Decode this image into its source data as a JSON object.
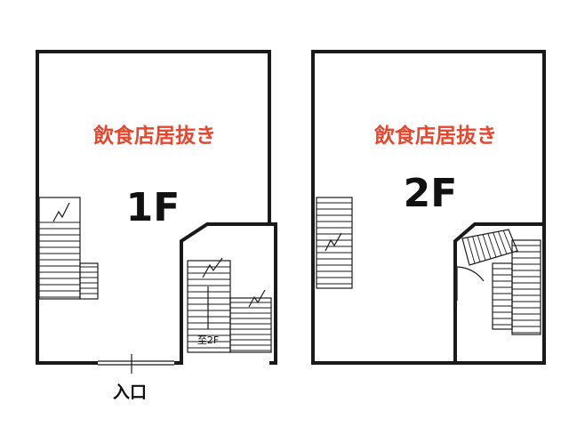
{
  "floors": [
    {
      "floor_label": "1F",
      "room_label": "飲食店居抜き"
    },
    {
      "floor_label": "2F",
      "room_label": "飲食店居抜き"
    }
  ],
  "stair_note": "至2F",
  "entrance_label": "入口",
  "colors": {
    "room_label": "#e8472e",
    "wall": "#1a1a1a"
  }
}
